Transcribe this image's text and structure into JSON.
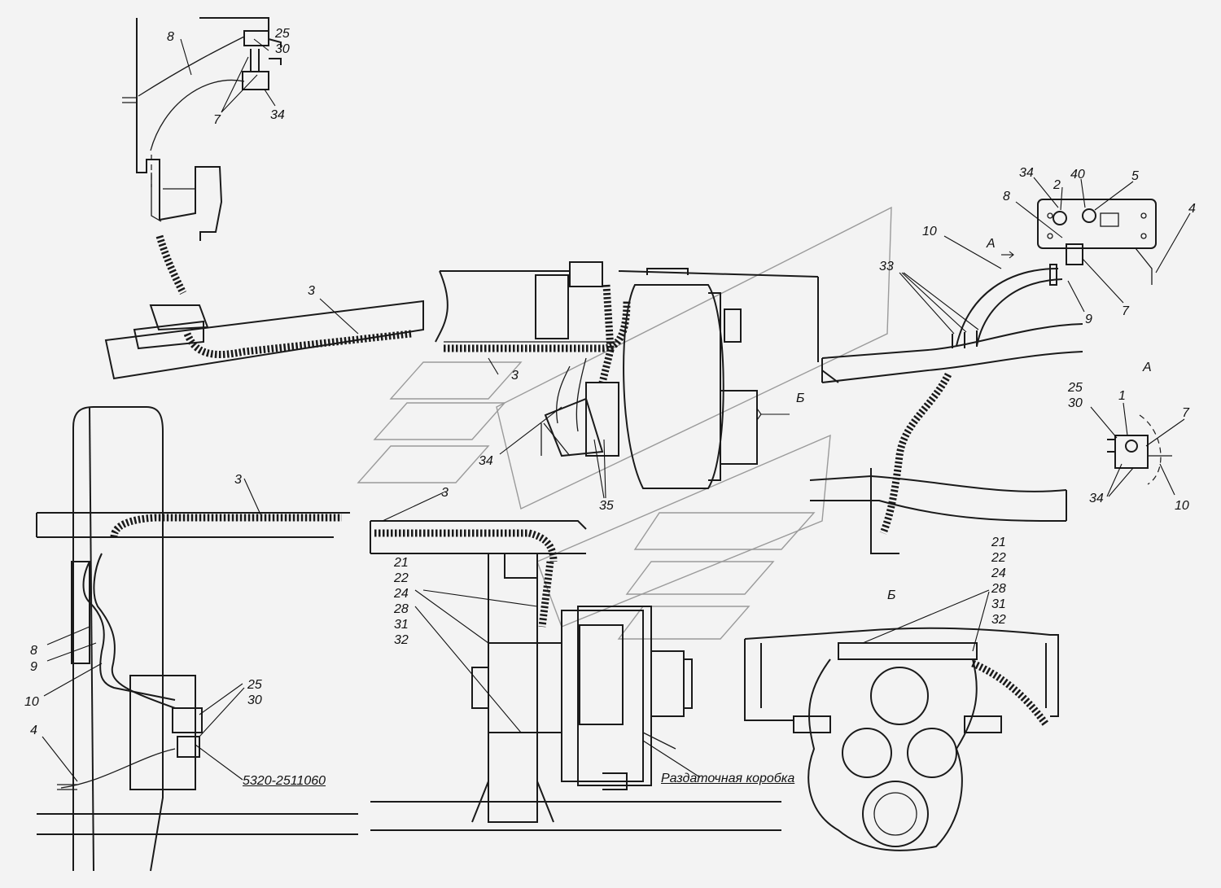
{
  "labels": {
    "tl_8": "8",
    "tl_25_30": "25\n30",
    "tl_7": "7",
    "tl_34": "34",
    "tl_3": "3",
    "mid_3": "3",
    "mid_34": "34",
    "mid_35": "35",
    "mid_arrow_b": "Б",
    "tr_34": "34",
    "tr_2": "2",
    "tr_40": "40",
    "tr_5": "5",
    "tr_8": "8",
    "tr_4": "4",
    "tr_10": "10",
    "tr_arrow_a": "A",
    "tr_33": "33",
    "tr_9": "9",
    "tr_7": "7",
    "a_title": "A",
    "a_25_30": "25\n30",
    "a_1": "1",
    "a_7": "7",
    "a_34": "34",
    "a_10": "10",
    "bl_3": "3",
    "bl_8": "8",
    "bl_9": "9",
    "bl_10": "10",
    "bl_4": "4",
    "bl_25_30": "25\n30",
    "bl_part_no": "5320-2511060",
    "bm_3": "3",
    "bm_group": "21\n22\n24\n28\n31\n32",
    "bm_caption": "Раздаточная коробка",
    "b_title": "Б",
    "br_group": "21\n22\n24\n28\n31\n32"
  },
  "colors": {
    "ink": "#1a1a1a",
    "paper": "#f3f3f3",
    "watermark": "#9a9a9a"
  }
}
